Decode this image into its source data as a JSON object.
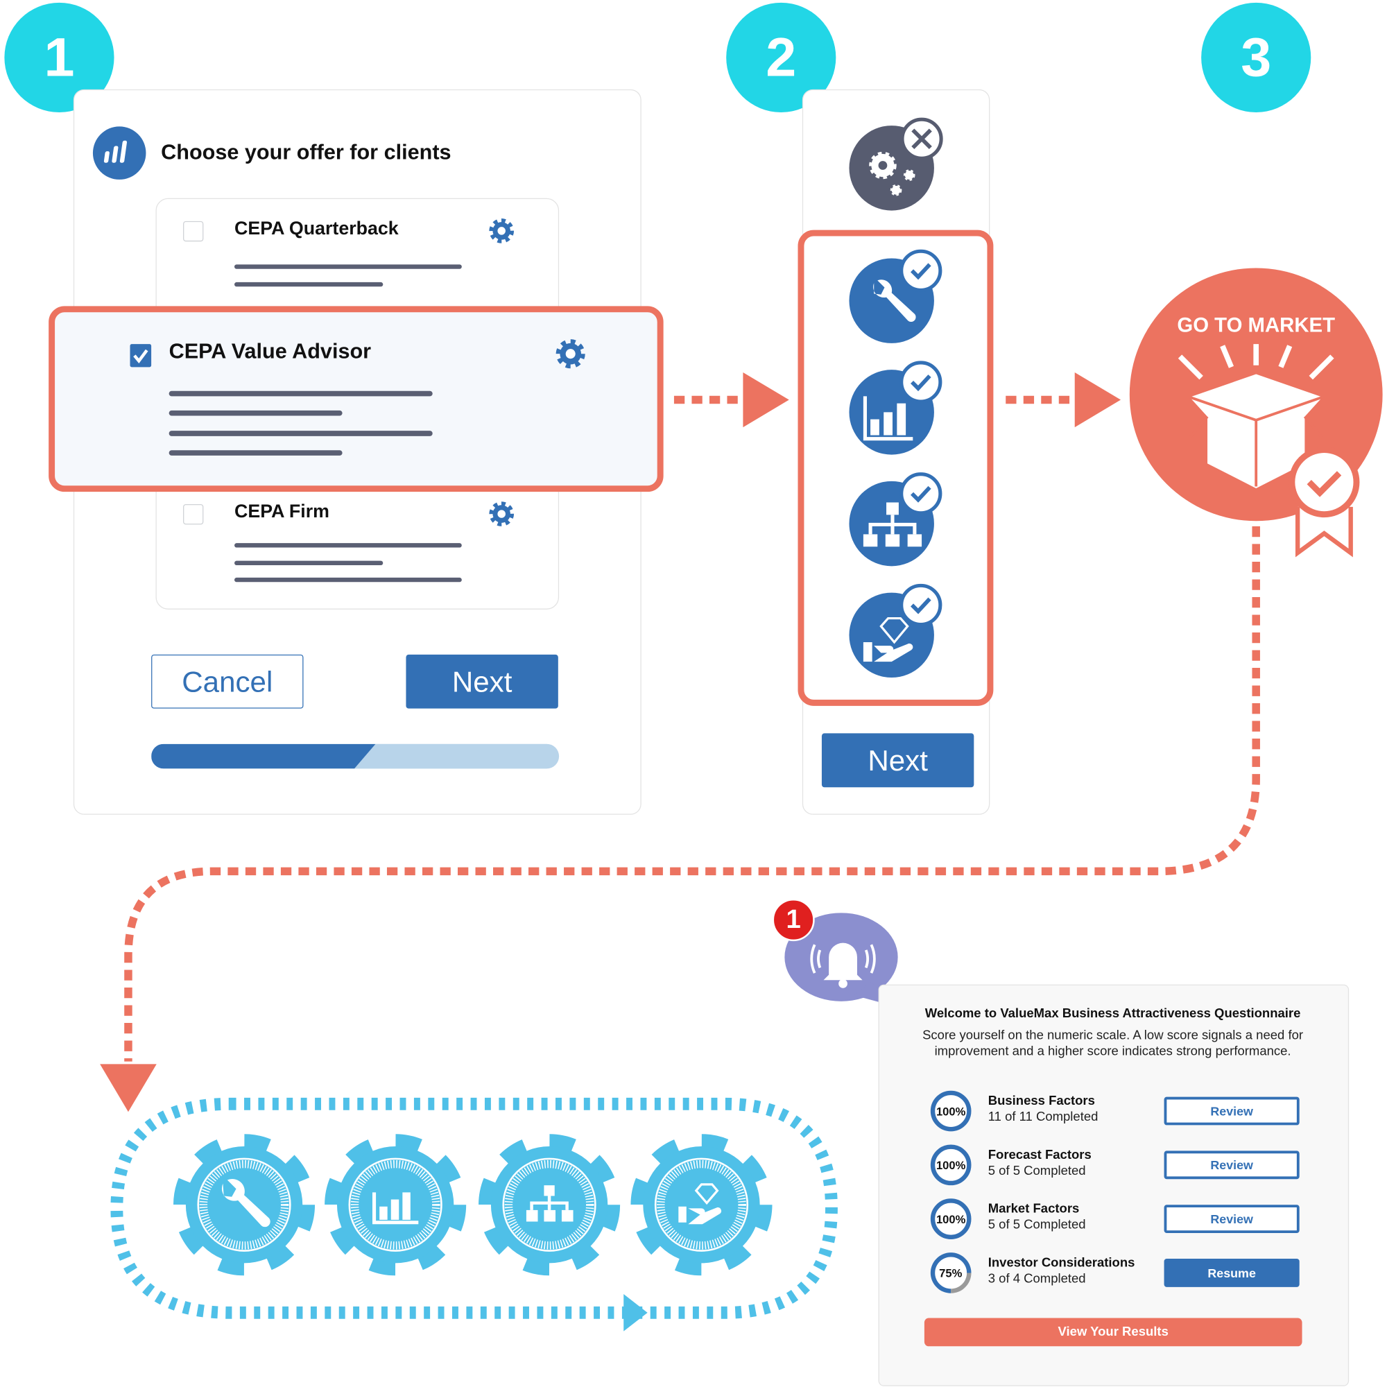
{
  "steps": [
    "1",
    "2",
    "3"
  ],
  "offer_panel": {
    "title": "Choose your offer for clients",
    "options": [
      {
        "label": "CEPA Quarterback",
        "checked": false
      },
      {
        "label": "CEPA Value Advisor",
        "checked": true
      },
      {
        "label": "CEPA Firm",
        "checked": false
      }
    ],
    "cancel_label": "Cancel",
    "next_label": "Next",
    "progress_percent": 55
  },
  "modules_panel": {
    "next_label": "Next",
    "modules": [
      "tools",
      "chart",
      "org-chart",
      "value-hand"
    ]
  },
  "go_to_market": {
    "label": "GO TO MARKET"
  },
  "notification": {
    "count": "1"
  },
  "questionnaire": {
    "title": "Welcome to ValueMax Business Attractiveness Questionnaire",
    "description": "Score yourself on the numeric scale. A low score signals a need for improvement and a higher score indicates strong performance.",
    "sections": [
      {
        "percent": "100%",
        "name": "Business Factors",
        "progress": "11 of 11 Completed",
        "action": "Review"
      },
      {
        "percent": "100%",
        "name": "Forecast Factors",
        "progress": "5 of 5 Completed",
        "action": "Review"
      },
      {
        "percent": "100%",
        "name": "Market Factors",
        "progress": "5 of 5 Completed",
        "action": "Review"
      },
      {
        "percent": "75%",
        "name": "Investor Considerations",
        "progress": "3 of 4 Completed",
        "action": "Resume"
      }
    ],
    "results_label": "View Your Results"
  },
  "colors": {
    "accent": "#ec7360",
    "primary": "#3370b5",
    "cyan": "#22d6e6",
    "light_blue": "#4fc0e8",
    "purple": "#8b8fcf"
  }
}
